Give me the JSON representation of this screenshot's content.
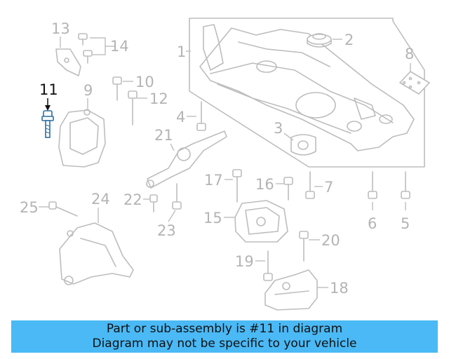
{
  "highlighted_part": "11",
  "callouts": [
    "1",
    "2",
    "3",
    "4",
    "5",
    "6",
    "7",
    "8",
    "9",
    "10",
    "11",
    "12",
    "13",
    "14",
    "15",
    "16",
    "17",
    "18",
    "19",
    "20",
    "21",
    "22",
    "23",
    "24",
    "25"
  ],
  "banner": {
    "line1": "Part or sub-assembly is #11 in diagram",
    "line2": "Diagram may not be specific to your vehicle"
  },
  "colors": {
    "banner_bg": "#4ab9f5",
    "highlight_part": "#2a6fa3",
    "muted_lines": "#bdbdbd"
  }
}
